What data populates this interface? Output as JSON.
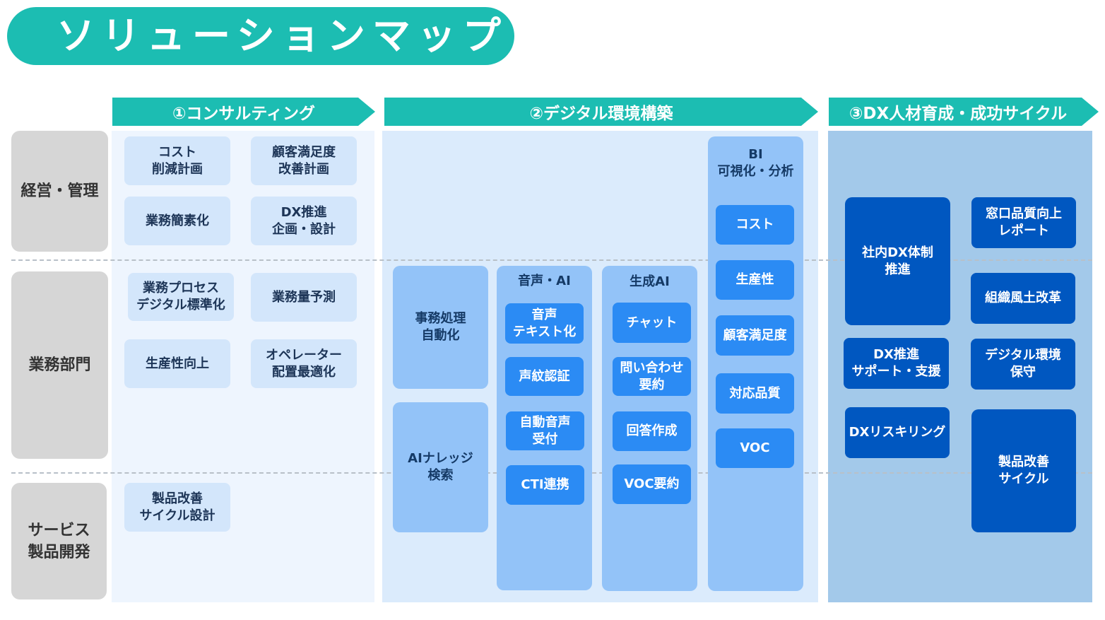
{
  "title": "ソリューションマップ",
  "phases": [
    {
      "label": "①コンサルティング"
    },
    {
      "label": "②デジタル環境構築"
    },
    {
      "label": "③DX人材育成・成功サイクル"
    }
  ],
  "rows": [
    {
      "label": "経営・管理"
    },
    {
      "label": "業務部門"
    },
    {
      "label": "サービス\n製品開発"
    }
  ],
  "consulting": [
    "コスト\n削減計画",
    "顧客満足度\n改善計画",
    "業務簡素化",
    "DX推進\n企画・設計",
    "業務プロセス\nデジタル標準化",
    "業務量予測",
    "生産性向上",
    "オペレーター\n配置最適化",
    "製品改善\nサイクル設計"
  ],
  "digital": {
    "left": [
      "事務処理\n自動化",
      "AIナレッジ\n検索"
    ],
    "voice_ai": {
      "title": "音声・AI",
      "items": [
        "音声\nテキスト化",
        "声紋認証",
        "自動音声\n受付",
        "CTI連携"
      ]
    },
    "gen_ai": {
      "title": "生成AI",
      "items": [
        "チャット",
        "問い合わせ\n要約",
        "回答作成",
        "VOC要約"
      ]
    },
    "bi": {
      "title": "BI\n可視化・分析",
      "items": [
        "コスト",
        "生産性",
        "顧客満足度",
        "対応品質",
        "VOC"
      ]
    }
  },
  "dx": [
    "社内DX体制\n推進",
    "窓口品質向上\nレポート",
    "組織風土改革",
    "DX推進\nサポート・支援",
    "デジタル環境\n保守",
    "DXリスキリング",
    "製品改善\nサイクル"
  ],
  "colors": {
    "teal": "#1cbdb2",
    "row_label_bg": "#d6d6d6",
    "col1_bg": "#eef5fe",
    "col2_bg": "#dbebfc",
    "col3_bg": "#a3c9ea",
    "light_blue": "#93c3f8",
    "blue": "#2b8bf4",
    "navy": "#0057c0"
  }
}
